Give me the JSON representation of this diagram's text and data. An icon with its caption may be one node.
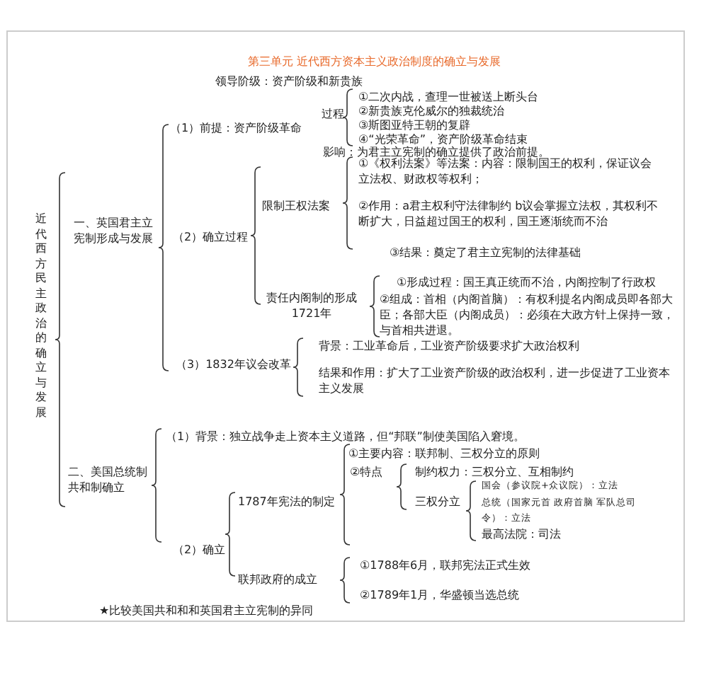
{
  "diagram": {
    "title": "第三单元 近代西方资本主义政治制度的确立与发展",
    "labels": [
      "领导阶级：资产阶级和新贵族",
      "（1）前提：资产阶级革命",
      "过程",
      "①二次内战，查理一世被送上断头台",
      "②新贵族克伦威尔的独裁统治",
      "③斯图亚特王朝的复辟",
      "④“光荣革命”，资产阶级革命结束",
      "影响：为君主立宪制的确立提供了政治前提。",
      "近代西方民主政治的确立与发展",
      "一、英国君主立宪制形成与发展",
      "（2）确立过程",
      "限制王权法案",
      "①《权利法案》等法案：内容：限制国王的权利，保证议会立法权、财政权等权利；",
      "②作用：a君主权利守法律制约 b议会掌握立法权，其权利不断扩大，日益超过国王的权利，国王逐渐统而不治",
      "③结果：奠定了君主立宪制的法律基础",
      "责任内阁制的形成 1721年",
      "①形成过程：国王真正统而不治，内阁控制了行政权",
      "②组成：首相（内阁首脑）：有权利提名内阁成员即各部大臣；各部大臣（内阁成员）：必须在大政方针上保持一致，与首相共进退。",
      "（3）1832年议会改革",
      "背景：工业革命后，工业资产阶级要求扩大政治权利",
      "结果和作用：扩大了工业资产阶级的政治权利，进一步促进了工业资本主义发展",
      "二、美国总统制共和制确立",
      "（1）背景：独立战争走上资本主义道路，但“邦联”制使美国陷入窘境。",
      "（2）确立",
      "1787年宪法的制定",
      "①主要内容：联邦制、三权分立的原则",
      "②特点",
      "制约权力：三权分立、互相制约",
      "三权分立",
      "国会（参议院+众议院）：立法",
      "总统（国家元首 政府首脑 军队总司令）：立法",
      "最高法院：司法",
      "联邦政府的成立",
      "①1788年6月，联邦宪法正式生效",
      "②1789年1月，华盛顿当选总统",
      "★比较美国共和和和英国君主立宪制的异同"
    ]
  }
}
